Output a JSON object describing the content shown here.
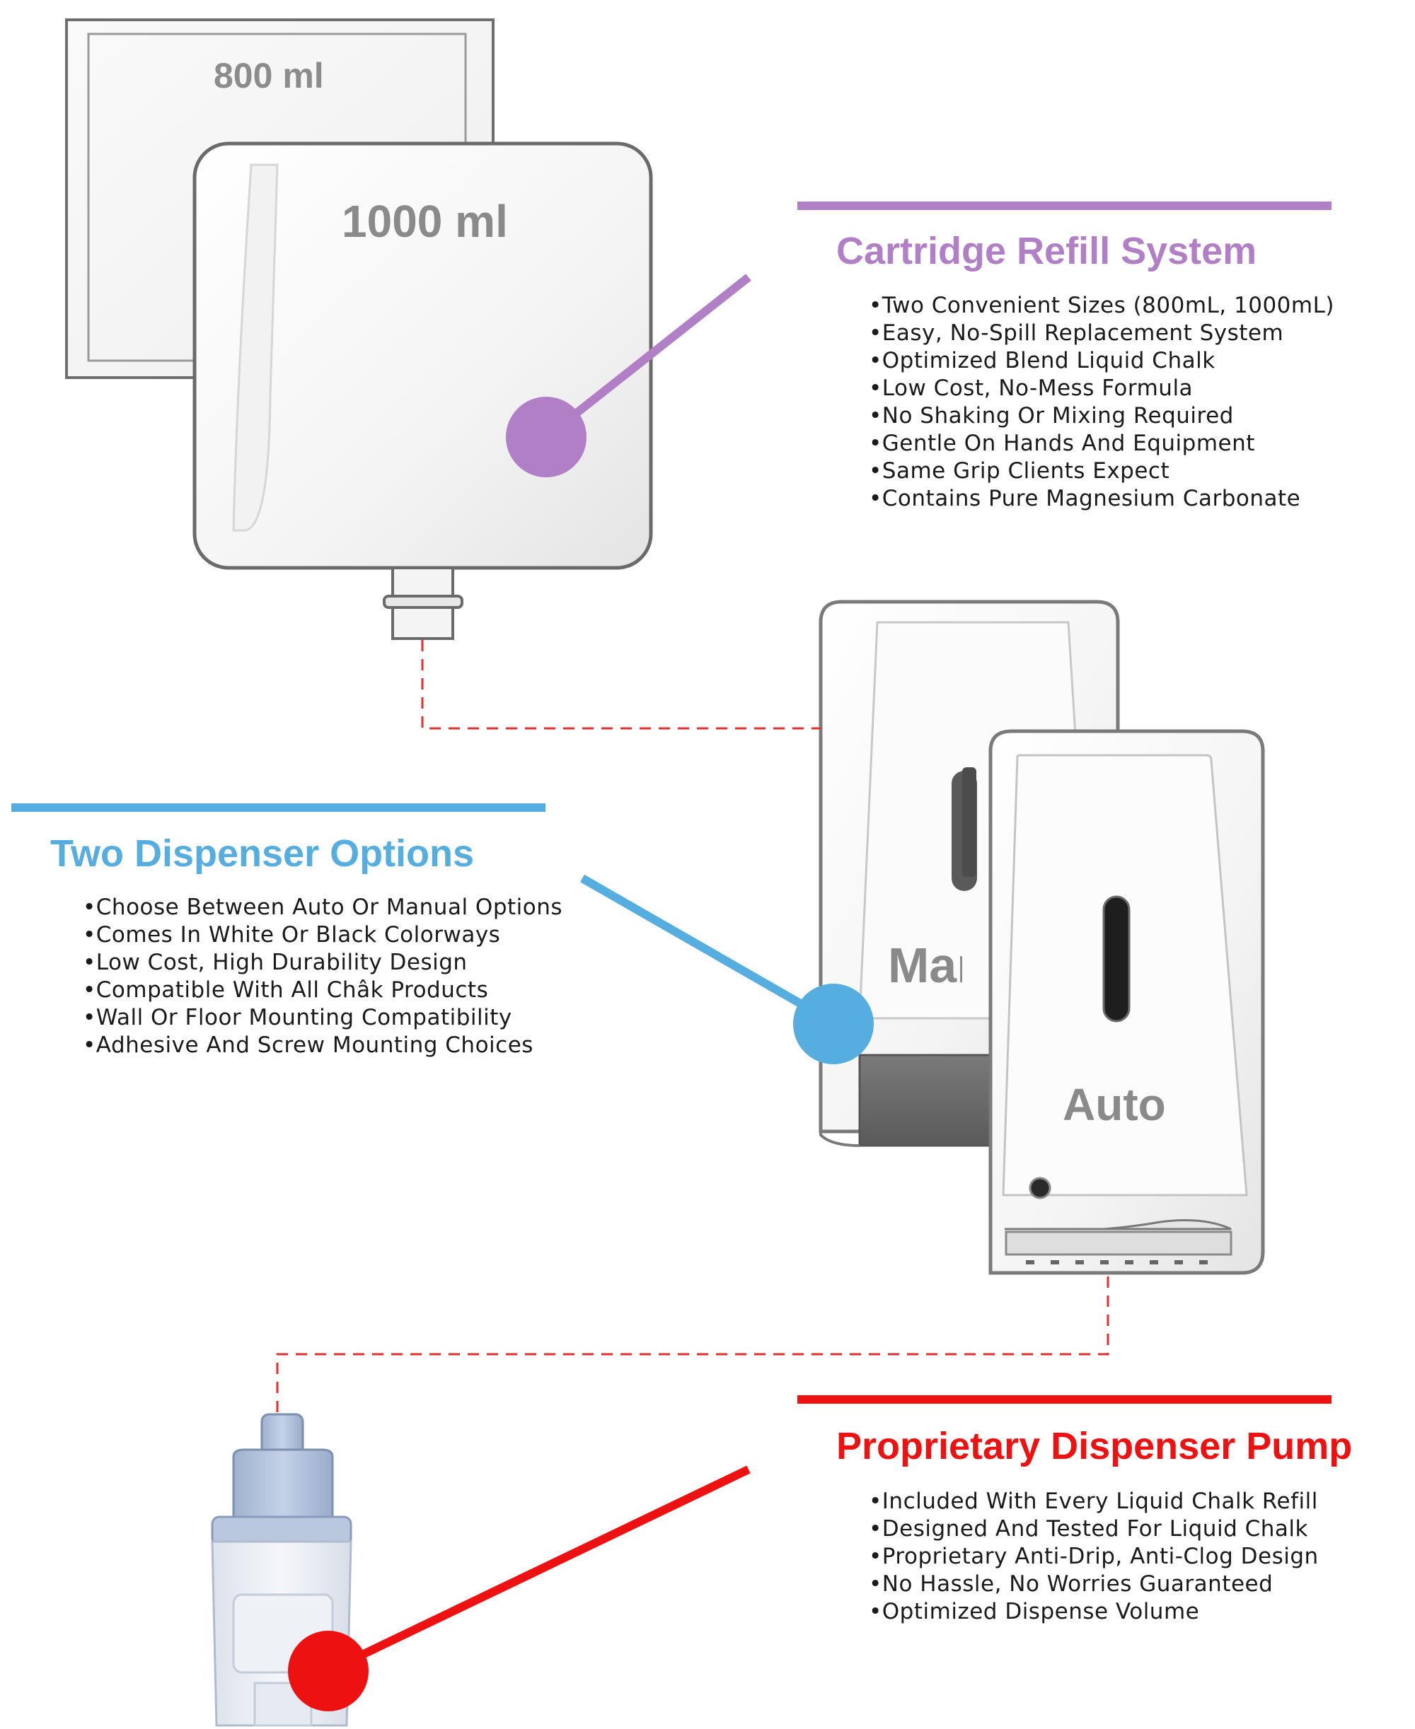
{
  "cartridge": {
    "small_size_label": "800 ml",
    "large_size_label": "1000 ml"
  },
  "dispensers": {
    "manual_label": "Manual",
    "auto_label": "Auto"
  },
  "sections": {
    "cartridge": {
      "title": "Cartridge Refill System",
      "color": "#b07fc6",
      "bullets": [
        "•Two Convenient Sizes (800mL, 1000mL)",
        "•Easy, No-Spill Replacement System",
        "•Optimized Blend Liquid Chalk",
        "•Low Cost, No-Mess Formula",
        "•No Shaking Or Mixing Required",
        "•Gentle On Hands And Equipment",
        "•Same Grip Clients Expect",
        "•Contains Pure Magnesium Carbonate"
      ]
    },
    "dispenser": {
      "title": "Two Dispenser Options",
      "color": "#55ade0",
      "bullets": [
        "•Choose Between Auto Or Manual Options",
        "•Comes In White Or Black Colorways",
        "•Low Cost, High Durability Design",
        "•Compatible With All Châk Products",
        "•Wall Or Floor Mounting Compatibility",
        "•Adhesive And Screw Mounting Choices"
      ]
    },
    "pump": {
      "title": "Proprietary Dispenser Pump",
      "color": "#ee1111",
      "bullets": [
        "•Included With Every Liquid Chalk Refill",
        "•Designed And Tested For Liquid Chalk",
        "•Proprietary Anti-Drip, Anti-Clog Design",
        "•No Hassle, No Worries Guaranteed",
        "•Optimized Dispense Volume"
      ]
    }
  },
  "connector_color": "#e0312f"
}
